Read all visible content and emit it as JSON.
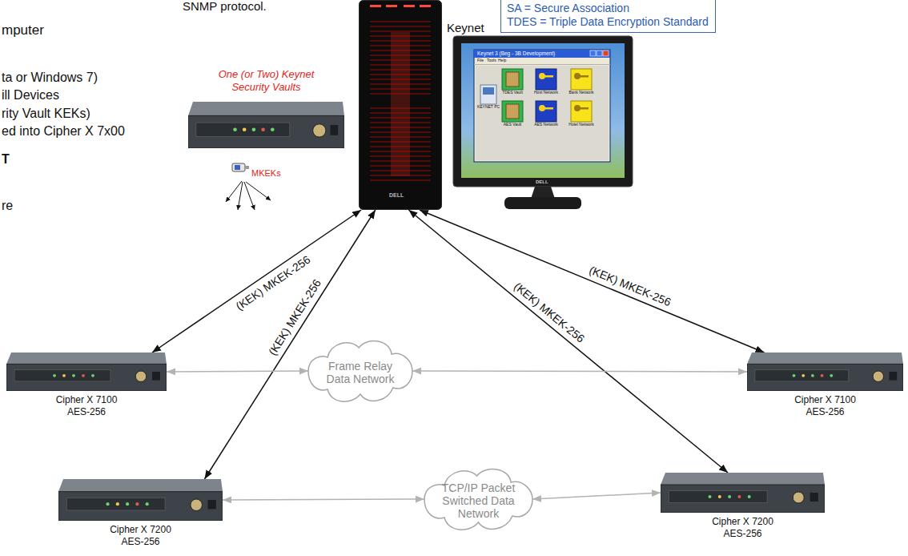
{
  "diagram": {
    "nodes": [
      {
        "text": [
          "SA = Secure Association",
          "TDES = Triple Data Encryption Standard"
        ]
      },
      {
        "text": [
          "One (or Two) Keynet Security Vaults"
        ]
      },
      {
        "text": [
          "Keynet"
        ]
      },
      {
        "text": [
          "Cipher X 7100",
          "AES-256"
        ]
      },
      {
        "text": [
          "Frame Relay Data Network"
        ]
      },
      {
        "text": [
          "Cipher X 7100",
          "AES-256"
        ]
      },
      {
        "text": [
          "Cipher X 7200",
          "AES-256"
        ]
      },
      {
        "text": [
          "TCP/IP Packet Switched Data Network"
        ]
      },
      {
        "text": [
          "Cipher X 7200",
          "AES-256"
        ]
      }
    ],
    "edges": [
      {
        "from": 2,
        "to": 3,
        "arrow": "both",
        "label": "(KEK) MKEK-256"
      },
      {
        "from": 2,
        "to": 6,
        "arrow": "both",
        "label": "(KEK) MKEK-256"
      },
      {
        "from": 2,
        "to": 8,
        "arrow": "both",
        "label": "(KEK) MKEK-256"
      },
      {
        "from": 2,
        "to": 5,
        "arrow": "both",
        "label": "(KEK) MKEK-256"
      },
      {
        "from": 3,
        "to": 4,
        "arrow": "both"
      },
      {
        "from": 4,
        "to": 5,
        "arrow": "both"
      },
      {
        "from": 6,
        "to": 7,
        "arrow": "both"
      },
      {
        "from": 7,
        "to": 8,
        "arrow": "both"
      }
    ],
    "labels": [
      "SNMP protocol.",
      "mputer",
      "ta or Windows 7)",
      "ill Devices",
      "rity Vault KEKs)",
      "ed into Cipher X 7x00",
      "T",
      "re",
      "MKEKs",
      "DELL",
      "Keynet 3 (Beg - 3B Development)",
      "File",
      "Tools",
      "Help",
      "KEYNET PC",
      "TDES Vault",
      "Host Network",
      "Bank Network",
      "AES Vault",
      "AES Network",
      "Hotel Network",
      "DELL"
    ]
  }
}
